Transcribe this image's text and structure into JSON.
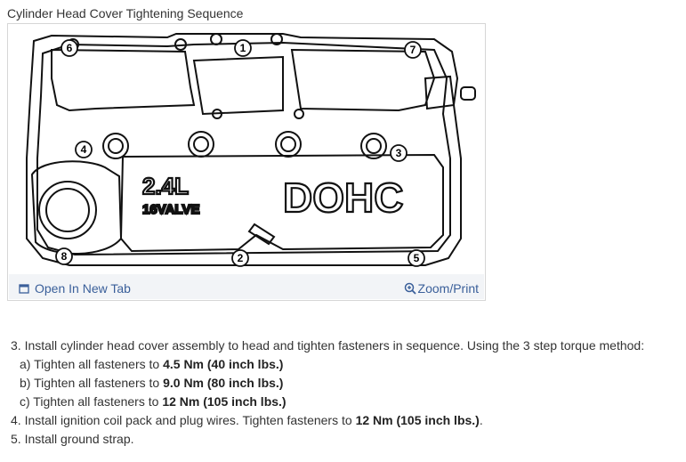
{
  "figure": {
    "title": "Cylinder Head Cover Tightening Sequence",
    "open_tab_label": "Open In New Tab",
    "zoom_label": "Zoom/Print",
    "link_color": "#3a5f9a",
    "engine_text_1": "2.4L",
    "engine_text_2": "16VALVE",
    "engine_text_3": "DOHC",
    "callouts": [
      "1",
      "2",
      "3",
      "4",
      "5",
      "6",
      "7",
      "8"
    ]
  },
  "steps": [
    {
      "prefix": "3. Install cylinder head cover assembly to head and tighten fasteners in sequence. Using the 3 step torque method:",
      "bold": "",
      "suffix": ""
    },
    {
      "prefix": "a) Tighten all fasteners to ",
      "bold": "4.5 Nm (40 inch lbs.)",
      "suffix": ""
    },
    {
      "prefix": "b) Tighten all fasteners to ",
      "bold": "9.0 Nm (80 inch lbs.)",
      "suffix": ""
    },
    {
      "prefix": "c) Tighten all fasteners to ",
      "bold": "12 Nm (105 inch lbs.)",
      "suffix": ""
    },
    {
      "prefix": "4. Install ignition coil pack and plug wires. Tighten fasteners to ",
      "bold": "12 Nm (105 inch lbs.)",
      "suffix": "."
    },
    {
      "prefix": "5. Install ground strap.",
      "bold": "",
      "suffix": ""
    }
  ]
}
